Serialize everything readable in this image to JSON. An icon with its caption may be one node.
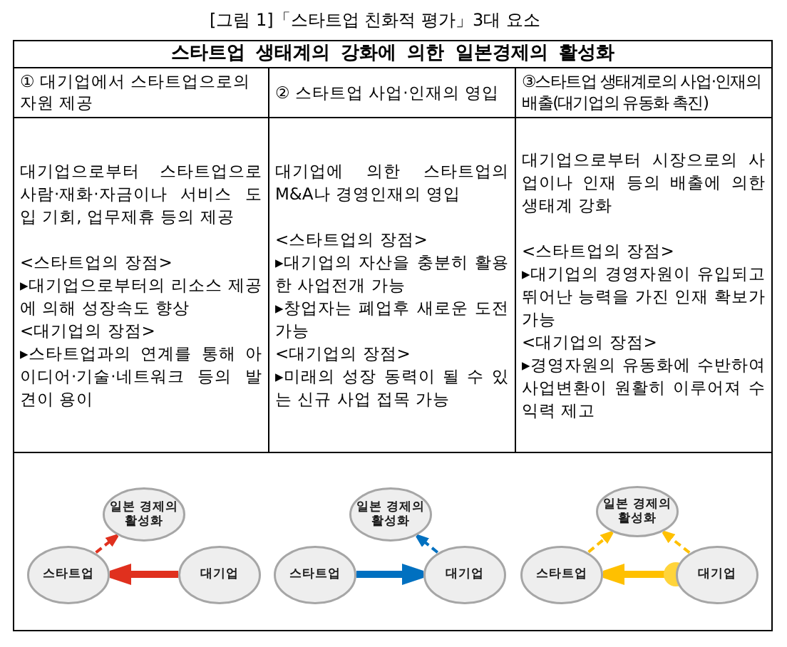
{
  "diagram": {
    "title": "[그림 1]「스타트업 친화적 평가」3대 요소",
    "nodes": [
      {
        "text": [
          "일본 경제의 활성화"
        ]
      },
      {
        "text": [
          "스타트업"
        ]
      },
      {
        "text": [
          "대기업"
        ]
      },
      {
        "text": [
          "일본 경제의 활성화"
        ]
      },
      {
        "text": [
          "스타트업"
        ]
      },
      {
        "text": [
          "대기업"
        ]
      },
      {
        "text": [
          "일본 경제의 활성화"
        ]
      },
      {
        "text": [
          "스타트업"
        ]
      },
      {
        "text": [
          "대기업"
        ]
      }
    ],
    "edges": [
      {
        "from": 2,
        "to": 1,
        "arrow": "to",
        "style": "thick",
        "color": "#e0301e"
      },
      {
        "from": 1,
        "to": 0,
        "arrow": "to",
        "style": "dashed",
        "color": "#e0301e"
      },
      {
        "from": 4,
        "to": 5,
        "arrow": "to",
        "style": "thick",
        "color": "#0070c0"
      },
      {
        "from": 5,
        "to": 3,
        "arrow": "to",
        "style": "dashed",
        "color": "#0070c0"
      },
      {
        "from": 8,
        "to": 7,
        "arrow": "to",
        "style": "thick",
        "color": "#ffc000"
      },
      {
        "from": 7,
        "to": 6,
        "arrow": "to",
        "style": "dashed",
        "color": "#ffc000"
      },
      {
        "from": 8,
        "to": 6,
        "arrow": "to",
        "style": "dashed",
        "color": "#ffc000"
      }
    ],
    "labels": [
      "스타트업 생태계의 강화에 의한 일본경제의 활성화",
      "① 대기업에서 스타트업으로의 자원 제공",
      "② 스타트업 사업·인재의 영입",
      "③스타트업 생태계로의 사업·인재의 배출(대기업의 유동화 촉진)",
      "대기업으로부터 스타트업으로 사람·재화·자금이나 서비스 도입 기회, 업무제휴 등의 제공",
      "<스타트업의 장점>",
      "▸대기업으로부터의 리소스 제공에 의해 성장속도 향상",
      "<대기업의 장점>",
      "▸스타트업과의 연계를 통해 아이디어·기술·네트워크 등의 발견이 용이",
      "대기업에 의한 스타트업의 M&A나 경영인재의 영입",
      "<스타트업의 장점>",
      "▸대기업의 자산을 충분히 활용한 사업전개 가능",
      "▸창업자는 폐업후 새로운 도전 가능",
      "<대기업의 장점>",
      "▸미래의 성장 동력이 될 수 있는 신규 사업 접목 가능",
      "대기업으로부터 시장으로의 사업이나 인재 등의 배출에 의한 생태계 강화",
      "<스타트업의 장점>",
      "▸대기업의 경영자원이 유입되고 뛰어난 능력을 가진 인재 확보가 가능",
      "<대기업의 장점>",
      "▸경영자원의 유동화에 수반하여 사업변환이 원활히 이루어져 수익력 제고"
    ]
  }
}
